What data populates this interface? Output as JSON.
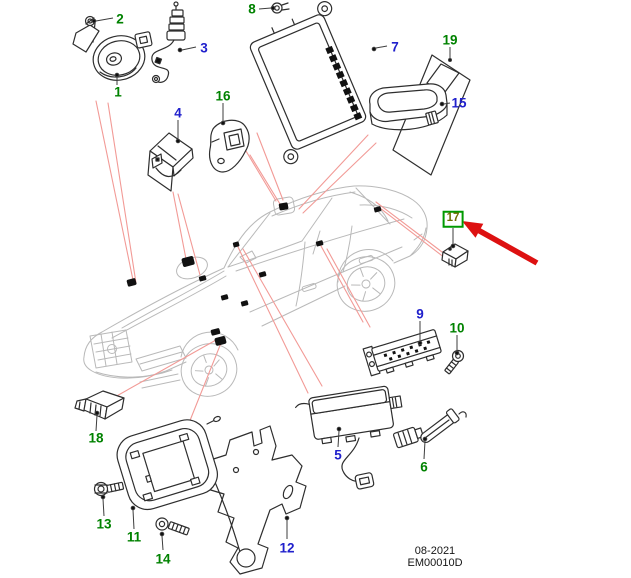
{
  "diagram": {
    "type": "exploded-parts-diagram",
    "footer": {
      "date": "08-2021",
      "code": "EM00010D"
    },
    "highlighted_part": "17",
    "colors": {
      "green_label": "#008200",
      "blue_label": "#2020cc",
      "highlight_box_border": "#009900",
      "highlight_label_text": "#6e6e00",
      "arrow_red": "#dd1111",
      "leader_line_pink": "#f29a96",
      "car_outline_gray": "#b9b9b9",
      "part_ink": "#2e2e2e"
    }
  },
  "labels": [
    {
      "text": "1",
      "color": "green"
    },
    {
      "text": "2",
      "color": "green"
    },
    {
      "text": "3",
      "color": "blue"
    },
    {
      "text": "4",
      "color": "blue"
    },
    {
      "text": "5",
      "color": "blue"
    },
    {
      "text": "6",
      "color": "green"
    },
    {
      "text": "7",
      "color": "blue"
    },
    {
      "text": "8",
      "color": "green"
    },
    {
      "text": "9",
      "color": "blue"
    },
    {
      "text": "10",
      "color": "green"
    },
    {
      "text": "11",
      "color": "green"
    },
    {
      "text": "12",
      "color": "blue"
    },
    {
      "text": "13",
      "color": "green"
    },
    {
      "text": "14",
      "color": "green"
    },
    {
      "text": "15",
      "color": "blue"
    },
    {
      "text": "16",
      "color": "green"
    },
    {
      "text": "17",
      "color": "olive-boxed-highlight"
    },
    {
      "text": "18",
      "color": "green"
    },
    {
      "text": "19",
      "color": "green"
    }
  ]
}
